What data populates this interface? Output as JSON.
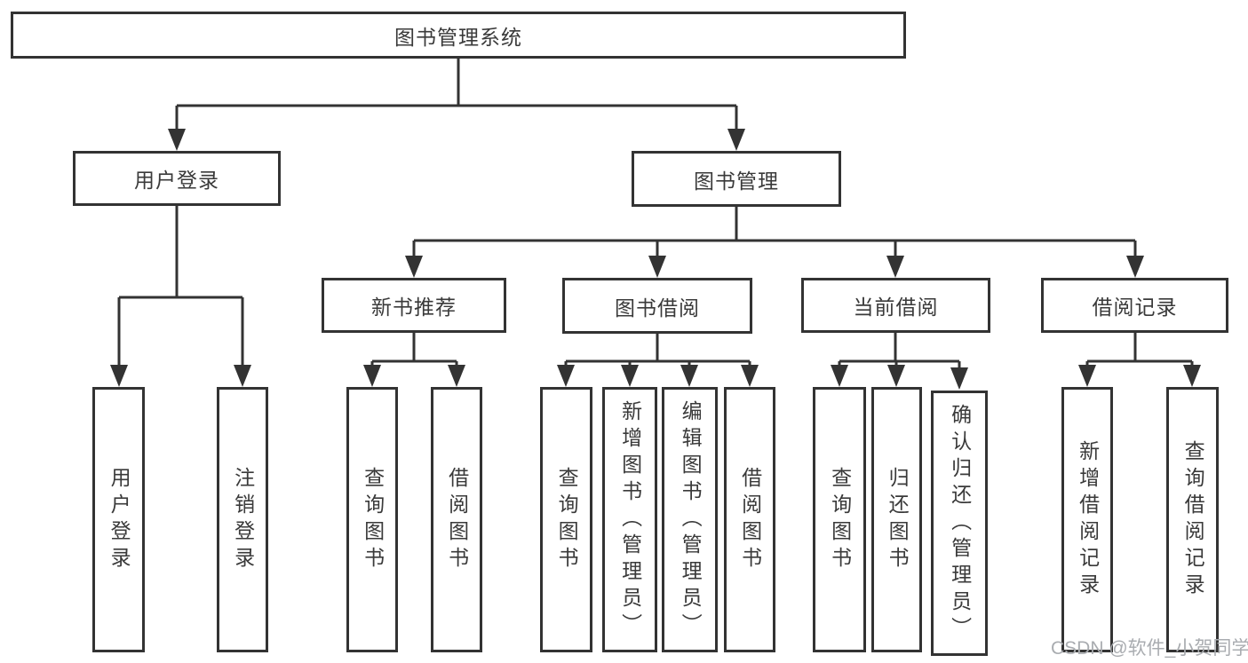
{
  "diagram": {
    "root": {
      "label": "图书管理系统"
    },
    "level2": [
      {
        "label": "用户登录"
      },
      {
        "label": "图书管理"
      }
    ],
    "level3": [
      {
        "label": "新书推荐"
      },
      {
        "label": "图书借阅"
      },
      {
        "label": "当前借阅"
      },
      {
        "label": "借阅记录"
      }
    ],
    "leaves": {
      "user_login": [
        {
          "label": "用户登录"
        },
        {
          "label": "注销登录"
        }
      ],
      "new_books": [
        {
          "label": "查询图书"
        },
        {
          "label": "借阅图书"
        }
      ],
      "book_borrow": [
        {
          "label": "查询图书"
        },
        {
          "label": "新增图书（管理员）"
        },
        {
          "label": "编辑图书（管理员）"
        },
        {
          "label": "借阅图书"
        }
      ],
      "current_borrow": [
        {
          "label": "查询图书"
        },
        {
          "label": "归还图书"
        },
        {
          "label": "确认归还（管理员）"
        }
      ],
      "borrow_records": [
        {
          "label": "新增借阅记录"
        },
        {
          "label": "查询借阅记录"
        }
      ]
    }
  },
  "watermark": {
    "text": "CSDN @软件_小贺同学"
  },
  "colors": {
    "line": "#333333",
    "box_border": "#333333",
    "text": "#3a3a3a",
    "watermark": "#a9acb0",
    "background": "#ffffff"
  }
}
